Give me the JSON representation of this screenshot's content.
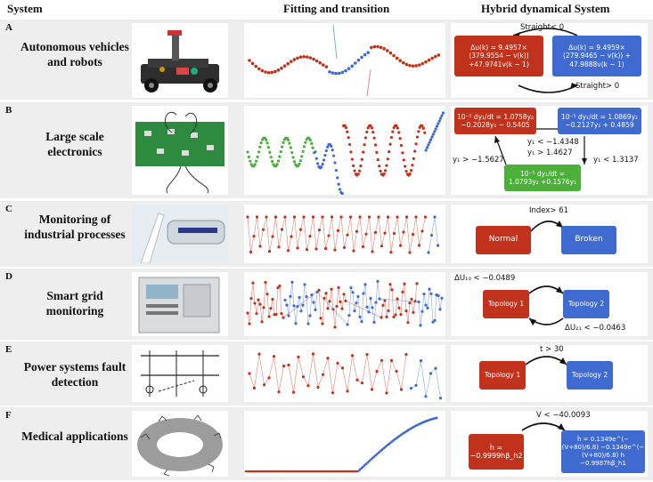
{
  "headers": {
    "system": "System",
    "fitting": "Fitting and transition",
    "hybrid": "Hybrid dynamical System"
  },
  "rows": [
    {
      "letter": "A",
      "title": "Autonomous vehicles and robots",
      "boxes": [
        "Δu(k) = 9.4957× (379.9554 − v(k)) +47.9741v(k − 1)",
        "Δu(k) = 9.4959× (279.9465 − v(k)) + 47.9888v(k − 1)"
      ],
      "transitions": [
        "Straight< 0",
        "Straight> 0"
      ]
    },
    {
      "letter": "B",
      "title": "Large scale electronics",
      "boxes": [
        "10⁻⁵ dy₁/dt = 1.0758y₂ −0.2028y₁ − 0.5405",
        "10⁻⁵ dy₁/dt = 1.0869y₂ −0.2127y₁ + 0.4859",
        "10⁻⁵ dy₁/dt = 1.0793y₂ +0.1576y₁"
      ],
      "transitions": [
        "y₁ < −1.4348",
        "y₁ > 1.4627",
        "y₁ < 1.3137",
        "y₁ > −1.5627"
      ]
    },
    {
      "letter": "C",
      "title": "Monitoring of industrial processes",
      "boxes": [
        "Normal",
        "Broken"
      ],
      "transitions": [
        "Index> 61"
      ]
    },
    {
      "letter": "D",
      "title": "Smart grid monitoring",
      "boxes": [
        "Topology 1",
        "Topology 2"
      ],
      "transitions": [
        "ΔU₁₀ < −0.0489",
        "ΔU₂₁ < −0.0463"
      ]
    },
    {
      "letter": "E",
      "title": "Power systems fault detection",
      "boxes": [
        "Topology 1",
        "Topology 2"
      ],
      "transitions": [
        "t > 30"
      ]
    },
    {
      "letter": "F",
      "title": "Medical applications",
      "boxes": [
        "ḣ = −0.9999hβ_h2",
        "ḣ = 0.1349e^(−(V+80)/6.8) −0.1349e^(−(V+80)/6.8) h −0.9987hβ_h1"
      ],
      "transitions": [
        "V < −40.0093"
      ]
    }
  ],
  "colors": {
    "red": "#c0321b",
    "blue": "#3f6bd1",
    "green": "#4caf3a",
    "panel": "#eeeeee"
  }
}
